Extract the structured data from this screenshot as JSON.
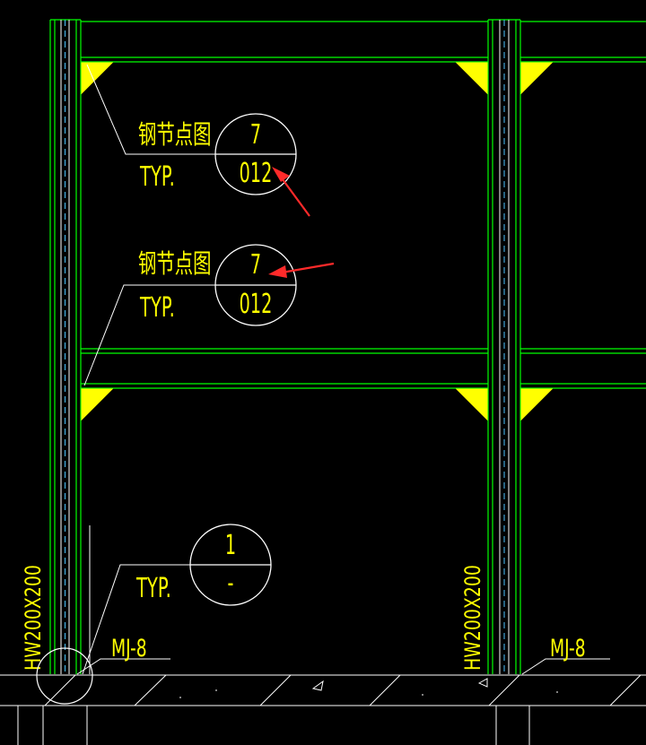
{
  "colors": {
    "background": "#000000",
    "member_outline": "#00ff00",
    "centerline": "#4fc3ff",
    "leader_line": "#ffffff",
    "annotation_text": "#ffff00",
    "gusset_fill": "#ffff00",
    "markup_arrow": "#ff2a2a"
  },
  "callouts": [
    {
      "title": "钢节点图",
      "tag": "TYP.",
      "detail_number": "7",
      "sheet": "012"
    },
    {
      "title": "钢节点图",
      "tag": "TYP.",
      "detail_number": "7",
      "sheet": "012"
    },
    {
      "tag": "TYP.",
      "detail_number": "1",
      "sheet": "-"
    }
  ],
  "column_labels": [
    "HW200X200",
    "HW200X200"
  ],
  "base_labels": [
    "MJ-8",
    "MJ-8"
  ]
}
